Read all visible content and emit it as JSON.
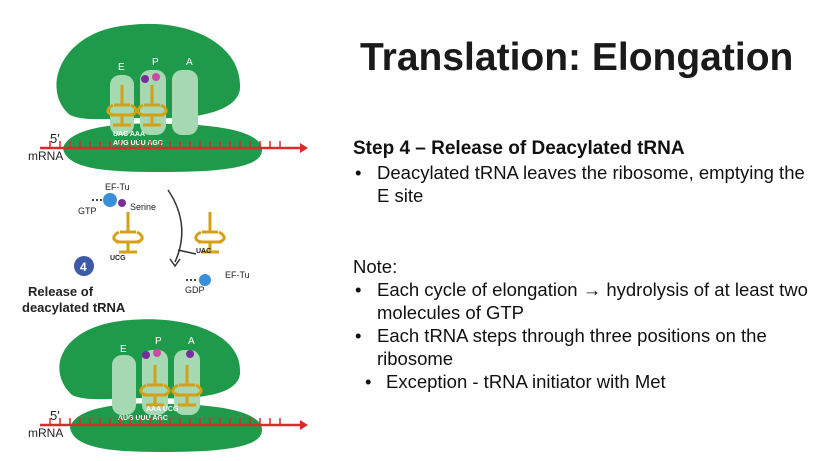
{
  "title": "Translation: Elongation",
  "step": {
    "heading": "Step 4 – Release of Deacylated tRNA",
    "bullets": [
      "Deacylated tRNA leaves the ribosome, emptying the E site"
    ]
  },
  "note": {
    "label": "Note:",
    "bullets": [
      "Each cycle of elongation → hydrolysis of at least two molecules of GTP",
      "Each tRNA steps through three positions on the ribosome"
    ],
    "sub_bullets": [
      "Exception - tRNA initiator with Met"
    ]
  },
  "diagram": {
    "site_labels": [
      "E",
      "P",
      "A"
    ],
    "strand_end": "5′",
    "strand_label": "mRNA",
    "top_codons": "UAC AAA",
    "top_mrna": "AUG UUU AGC",
    "bottom_codons": "AAA UCG",
    "bottom_mrna": "AUG UUU AGC",
    "ef_tu": "EF-Tu",
    "gtp": "GTP",
    "serine": "Serine",
    "gdp": "GDP",
    "ucg_anticodon": "UCG",
    "uac_anticodon": "UAC",
    "step_number": "4",
    "step_label_line1": "Release of",
    "step_label_line2": "deacylated tRNA"
  },
  "colors": {
    "ribosome": "#1f9a4b",
    "tRNA": "#d4a017",
    "mrna": "#d92b2b",
    "ef_tu_ball": "#3a8fd8",
    "amino_acid": "#7b2c9c",
    "step_badge": "#3d5aa8"
  }
}
